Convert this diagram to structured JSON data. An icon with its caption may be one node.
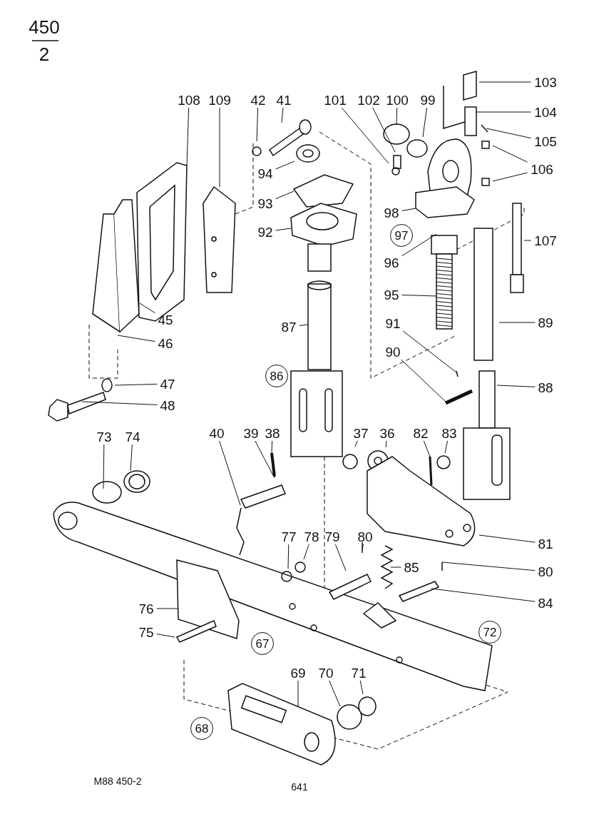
{
  "diagram": {
    "nodes": [
      {
        "text": [
          "103"
        ]
      },
      {
        "text": [
          "104"
        ]
      },
      {
        "text": [
          "108"
        ]
      },
      {
        "text": [
          "109"
        ]
      },
      {
        "text": [
          "42"
        ]
      },
      {
        "text": [
          "41"
        ]
      },
      {
        "text": [
          "101"
        ]
      },
      {
        "text": [
          "102"
        ]
      },
      {
        "text": [
          "100"
        ]
      },
      {
        "text": [
          "99"
        ]
      },
      {
        "text": [
          "105"
        ]
      },
      {
        "text": [
          "106"
        ]
      },
      {
        "text": [
          "94"
        ]
      },
      {
        "text": [
          "93"
        ]
      },
      {
        "text": [
          "92"
        ]
      },
      {
        "text": [
          "98"
        ]
      },
      {
        "text": [
          "97"
        ]
      },
      {
        "text": [
          "107"
        ]
      },
      {
        "text": [
          "96"
        ]
      },
      {
        "text": [
          "95"
        ]
      },
      {
        "text": [
          "87"
        ]
      },
      {
        "text": [
          "45"
        ]
      },
      {
        "text": [
          "89"
        ]
      },
      {
        "text": [
          "91"
        ]
      },
      {
        "text": [
          "46"
        ]
      },
      {
        "text": [
          "90"
        ]
      },
      {
        "text": [
          "86"
        ]
      },
      {
        "text": [
          "47"
        ]
      },
      {
        "text": [
          "88"
        ]
      },
      {
        "text": [
          "48"
        ]
      },
      {
        "text": [
          "73"
        ]
      },
      {
        "text": [
          "74"
        ]
      },
      {
        "text": [
          "40"
        ]
      },
      {
        "text": [
          "39"
        ]
      },
      {
        "text": [
          "38"
        ]
      },
      {
        "text": [
          "37"
        ]
      },
      {
        "text": [
          "36"
        ]
      },
      {
        "text": [
          "82"
        ]
      },
      {
        "text": [
          "83"
        ]
      },
      {
        "text": [
          "77"
        ]
      },
      {
        "text": [
          "78"
        ]
      },
      {
        "text": [
          "79"
        ]
      },
      {
        "text": [
          "80"
        ]
      },
      {
        "text": [
          "81"
        ]
      },
      {
        "text": [
          "80"
        ]
      },
      {
        "text": [
          "85"
        ]
      },
      {
        "text": [
          "84"
        ]
      },
      {
        "text": [
          "76"
        ]
      },
      {
        "text": [
          "75"
        ]
      },
      {
        "text": [
          "67"
        ]
      },
      {
        "text": [
          "72"
        ]
      },
      {
        "text": [
          "69"
        ]
      },
      {
        "text": [
          "70"
        ]
      },
      {
        "text": [
          "71"
        ]
      },
      {
        "text": [
          "68"
        ]
      }
    ],
    "edges": [
      {
        "from": 0,
        "to": null,
        "arrow": "none"
      },
      {
        "from": 1,
        "to": null,
        "arrow": "none"
      },
      {
        "from": 2,
        "to": null,
        "arrow": "none"
      },
      {
        "from": 3,
        "to": null,
        "arrow": "none"
      },
      {
        "from": 4,
        "to": null,
        "arrow": "none"
      },
      {
        "from": 5,
        "to": null,
        "arrow": "none"
      },
      {
        "from": 6,
        "to": null,
        "arrow": "none"
      },
      {
        "from": 7,
        "to": null,
        "arrow": "none"
      },
      {
        "from": 8,
        "to": null,
        "arrow": "none"
      },
      {
        "from": 9,
        "to": null,
        "arrow": "none"
      },
      {
        "from": 10,
        "to": null,
        "arrow": "none"
      },
      {
        "from": 11,
        "to": null,
        "arrow": "none"
      },
      {
        "from": 11,
        "to": null,
        "arrow": "none"
      },
      {
        "from": 12,
        "to": null,
        "arrow": "none"
      },
      {
        "from": 13,
        "to": null,
        "arrow": "none"
      },
      {
        "from": 14,
        "to": null,
        "arrow": "none"
      },
      {
        "from": 15,
        "to": null,
        "arrow": "none"
      },
      {
        "from": 17,
        "to": null,
        "arrow": "none"
      },
      {
        "from": 18,
        "to": null,
        "arrow": "none"
      },
      {
        "from": 19,
        "to": null,
        "arrow": "none"
      },
      {
        "from": 20,
        "to": null,
        "arrow": "none"
      },
      {
        "from": 21,
        "to": null,
        "arrow": "none"
      },
      {
        "from": 22,
        "to": null,
        "arrow": "none"
      },
      {
        "from": 23,
        "to": null,
        "arrow": "none"
      },
      {
        "from": 24,
        "to": null,
        "arrow": "none"
      },
      {
        "from": 25,
        "to": null,
        "arrow": "none"
      },
      {
        "from": 27,
        "to": null,
        "arrow": "none"
      },
      {
        "from": 28,
        "to": null,
        "arrow": "none"
      },
      {
        "from": 29,
        "to": null,
        "arrow": "none"
      },
      {
        "from": 30,
        "to": null,
        "arrow": "none"
      },
      {
        "from": 31,
        "to": null,
        "arrow": "none"
      },
      {
        "from": 32,
        "to": null,
        "arrow": "none"
      },
      {
        "from": 33,
        "to": null,
        "arrow": "none"
      },
      {
        "from": 34,
        "to": null,
        "arrow": "none"
      },
      {
        "from": 35,
        "to": null,
        "arrow": "none"
      },
      {
        "from": 36,
        "to": null,
        "arrow": "none"
      },
      {
        "from": 37,
        "to": null,
        "arrow": "none"
      },
      {
        "from": 38,
        "to": null,
        "arrow": "none"
      },
      {
        "from": 39,
        "to": null,
        "arrow": "none"
      },
      {
        "from": 40,
        "to": null,
        "arrow": "none"
      },
      {
        "from": 41,
        "to": null,
        "arrow": "none"
      },
      {
        "from": 42,
        "to": null,
        "arrow": "none"
      },
      {
        "from": 43,
        "to": null,
        "arrow": "none"
      },
      {
        "from": 44,
        "to": null,
        "arrow": "none"
      },
      {
        "from": 45,
        "to": null,
        "arrow": "none"
      },
      {
        "from": 46,
        "to": null,
        "arrow": "none"
      },
      {
        "from": 47,
        "to": null,
        "arrow": "none"
      },
      {
        "from": 48,
        "to": null,
        "arrow": "none"
      },
      {
        "from": 51,
        "to": null,
        "arrow": "none"
      },
      {
        "from": 52,
        "to": null,
        "arrow": "none"
      },
      {
        "from": 53,
        "to": null,
        "arrow": "none"
      }
    ],
    "labels": [
      "450",
      "2",
      "M88 450-2",
      "641"
    ]
  }
}
